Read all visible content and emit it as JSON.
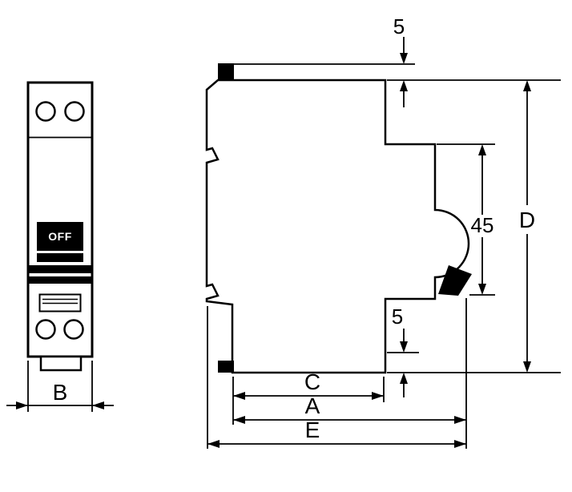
{
  "colors": {
    "line": "#000000",
    "background": "#ffffff",
    "switch_fill": "#000000",
    "switch_text": "#ffffff"
  },
  "front_view": {
    "switch_label": "OFF",
    "dimensions": {
      "width": "B"
    }
  },
  "side_view": {
    "dimensions": {
      "top_clip_offset": "5",
      "handle_height": "45",
      "overall_height": "D",
      "bottom_step": "5",
      "base_depth": "C",
      "body_depth": "A",
      "overall_depth": "E"
    }
  }
}
